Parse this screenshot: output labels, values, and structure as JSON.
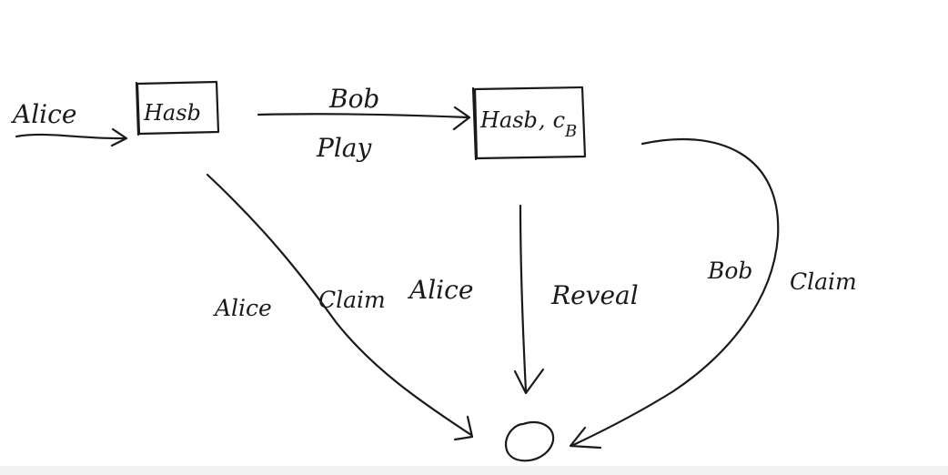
{
  "diagram": {
    "ink_color": "#1a1a1a",
    "background": "#ffffff",
    "start_arrow_label": "Alice",
    "state_hash": {
      "label": "Hasb"
    },
    "state_hash_commit": {
      "label_main": "Hasb",
      "label_sep": ",",
      "label_c": "c",
      "label_sub": "B"
    },
    "terminal_state": {
      "shape": "circle"
    },
    "edges": {
      "hash_to_commit": {
        "actor": "Bob",
        "action": "Play"
      },
      "hash_to_terminal": {
        "actor": "Alice",
        "action": "Claim"
      },
      "commit_reveal": {
        "actor": "Alice",
        "action": "Reveal"
      },
      "commit_claim": {
        "actor": "Bob",
        "action": "Claim"
      }
    }
  }
}
